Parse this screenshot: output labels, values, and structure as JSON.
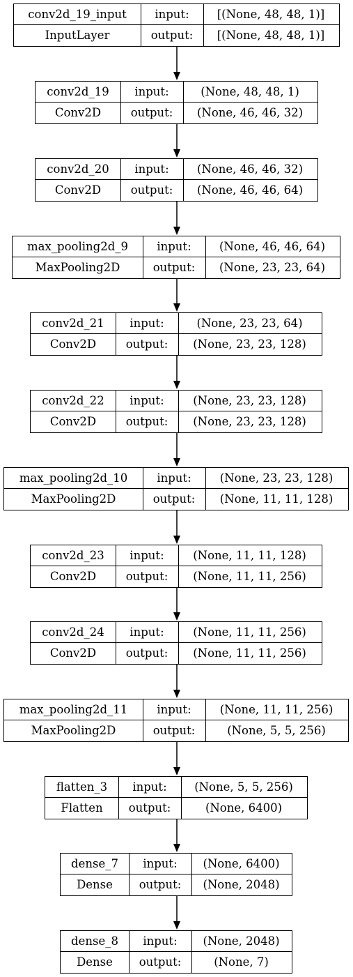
{
  "diagram": {
    "input_label": "input:",
    "output_label": "output:",
    "layers": [
      {
        "name": "conv2d_19_input",
        "type": "InputLayer",
        "input": "[(None, 48, 48, 1)]",
        "output": "[(None, 48, 48, 1)]"
      },
      {
        "name": "conv2d_19",
        "type": "Conv2D",
        "input": "(None, 48, 48, 1)",
        "output": "(None, 46, 46, 32)"
      },
      {
        "name": "conv2d_20",
        "type": "Conv2D",
        "input": "(None, 46, 46, 32)",
        "output": "(None, 46, 46, 64)"
      },
      {
        "name": "max_pooling2d_9",
        "type": "MaxPooling2D",
        "input": "(None, 46, 46, 64)",
        "output": "(None, 23, 23, 64)"
      },
      {
        "name": "conv2d_21",
        "type": "Conv2D",
        "input": "(None, 23, 23, 64)",
        "output": "(None, 23, 23, 128)"
      },
      {
        "name": "conv2d_22",
        "type": "Conv2D",
        "input": "(None, 23, 23, 128)",
        "output": "(None, 23, 23, 128)"
      },
      {
        "name": "max_pooling2d_10",
        "type": "MaxPooling2D",
        "input": "(None, 23, 23, 128)",
        "output": "(None, 11, 11, 128)"
      },
      {
        "name": "conv2d_23",
        "type": "Conv2D",
        "input": "(None, 11, 11, 128)",
        "output": "(None, 11, 11, 256)"
      },
      {
        "name": "conv2d_24",
        "type": "Conv2D",
        "input": "(None, 11, 11, 256)",
        "output": "(None, 11, 11, 256)"
      },
      {
        "name": "max_pooling2d_11",
        "type": "MaxPooling2D",
        "input": "(None, 11, 11, 256)",
        "output": "(None, 5, 5, 256)"
      },
      {
        "name": "flatten_3",
        "type": "Flatten",
        "input": "(None, 5, 5, 256)",
        "output": "(None, 6400)"
      },
      {
        "name": "dense_7",
        "type": "Dense",
        "input": "(None, 6400)",
        "output": "(None, 2048)"
      },
      {
        "name": "dense_8",
        "type": "Dense",
        "input": "(None, 2048)",
        "output": "(None, 7)"
      }
    ]
  }
}
